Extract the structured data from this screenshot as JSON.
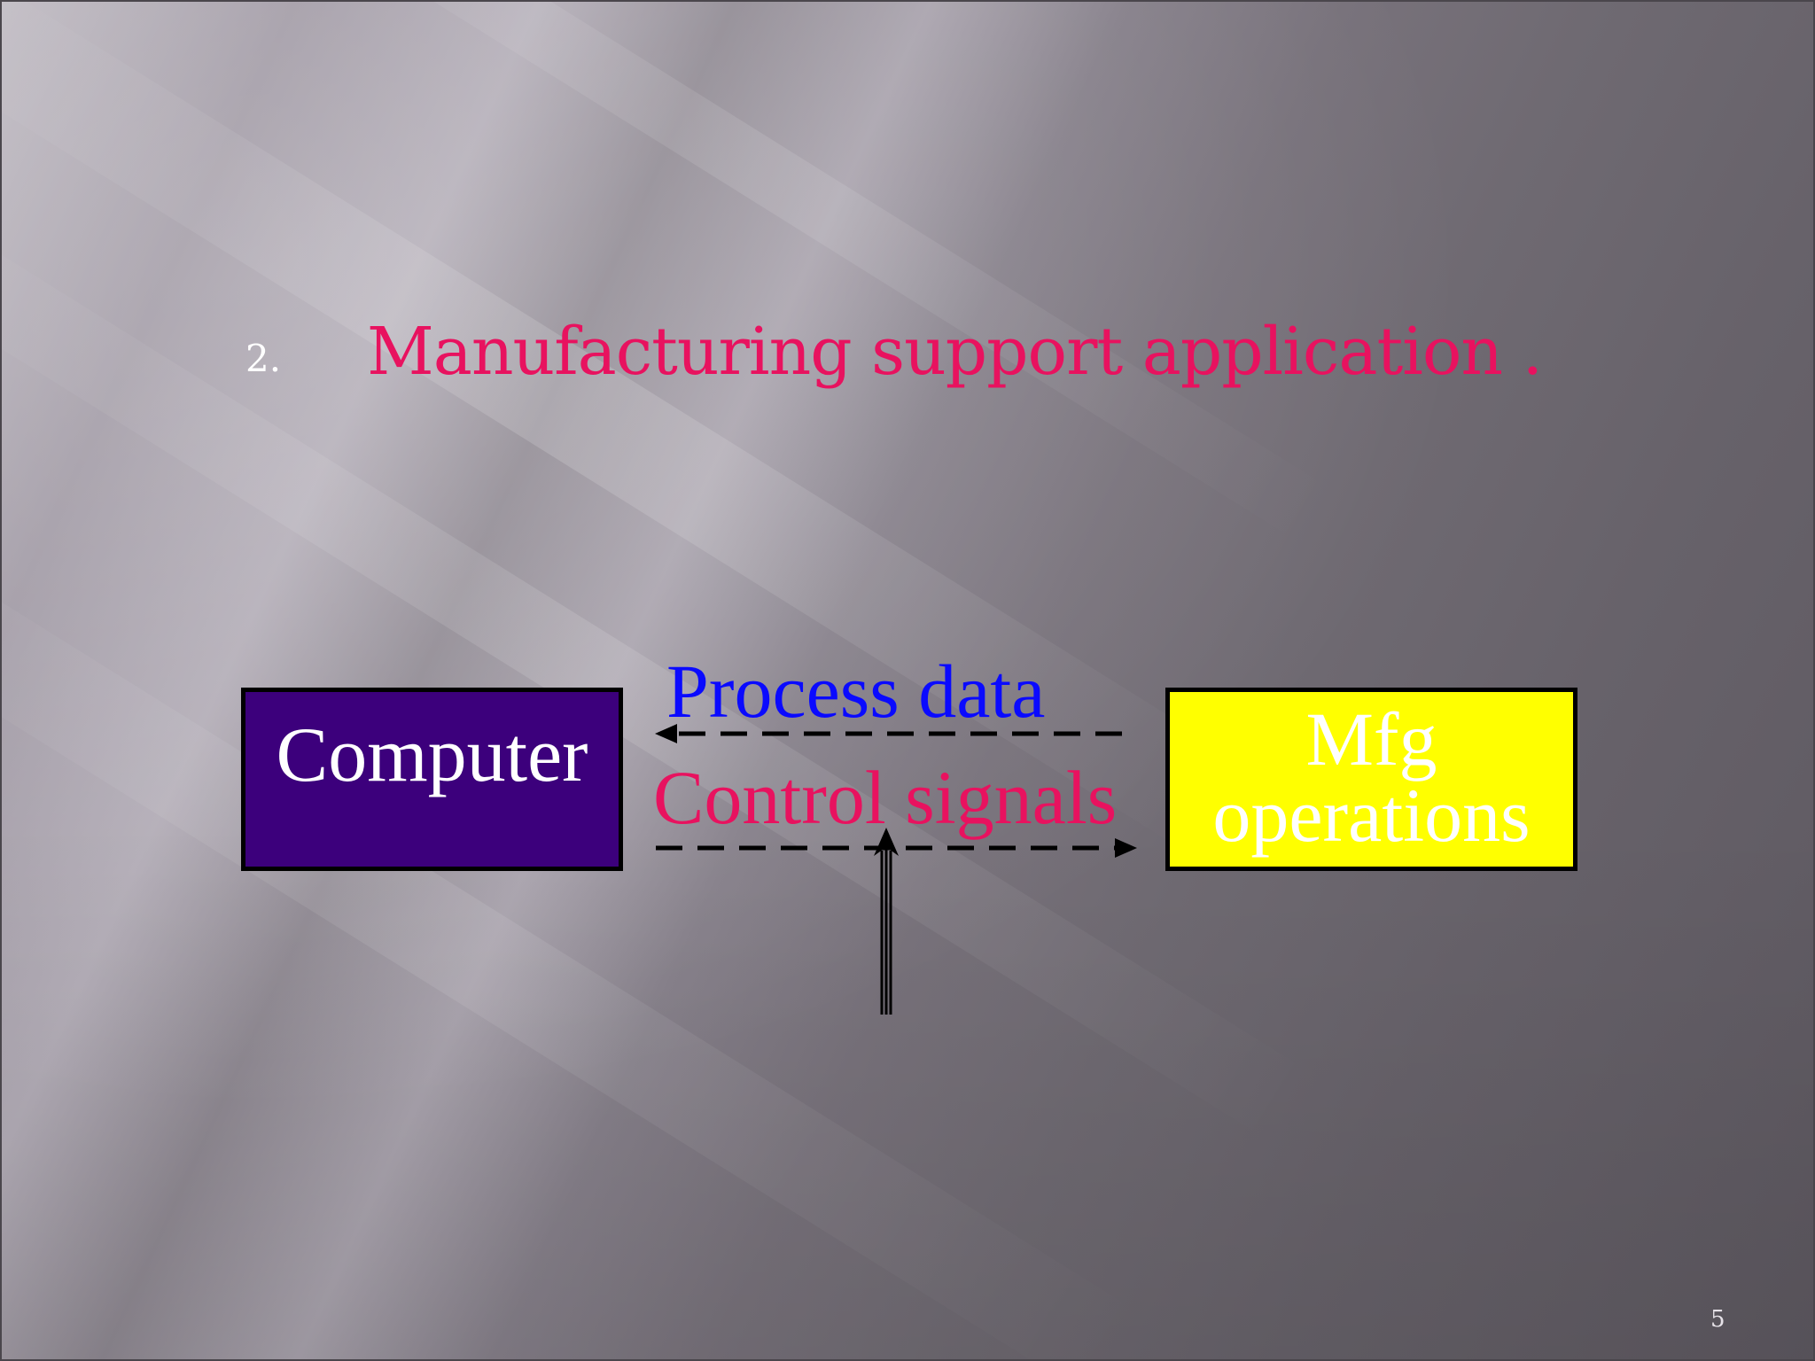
{
  "slide": {
    "list_number": "2.",
    "heading": "Manufacturing support application .",
    "page_number": "5"
  },
  "diagram": {
    "left_box": {
      "label": "Computer",
      "fill": "#3c007c",
      "text_color": "#ffffff"
    },
    "right_box": {
      "label_line1": "Mfg",
      "label_line2": "operations",
      "fill": "#ffff00",
      "text_color": "#ffffff"
    },
    "upper_arrow": {
      "label": "Process data",
      "color": "#0a0aff",
      "direction": "right-to-left",
      "style": "dashed"
    },
    "lower_arrow": {
      "label": "Control signals",
      "color": "#e8125f",
      "direction": "left-to-right",
      "style": "dashed"
    },
    "input_arrow": {
      "direction": "bottom-to-top",
      "style": "triple-line"
    }
  },
  "colors": {
    "heading": "#e8125f",
    "list_number": "#ffffff",
    "arrows": "#000000"
  }
}
